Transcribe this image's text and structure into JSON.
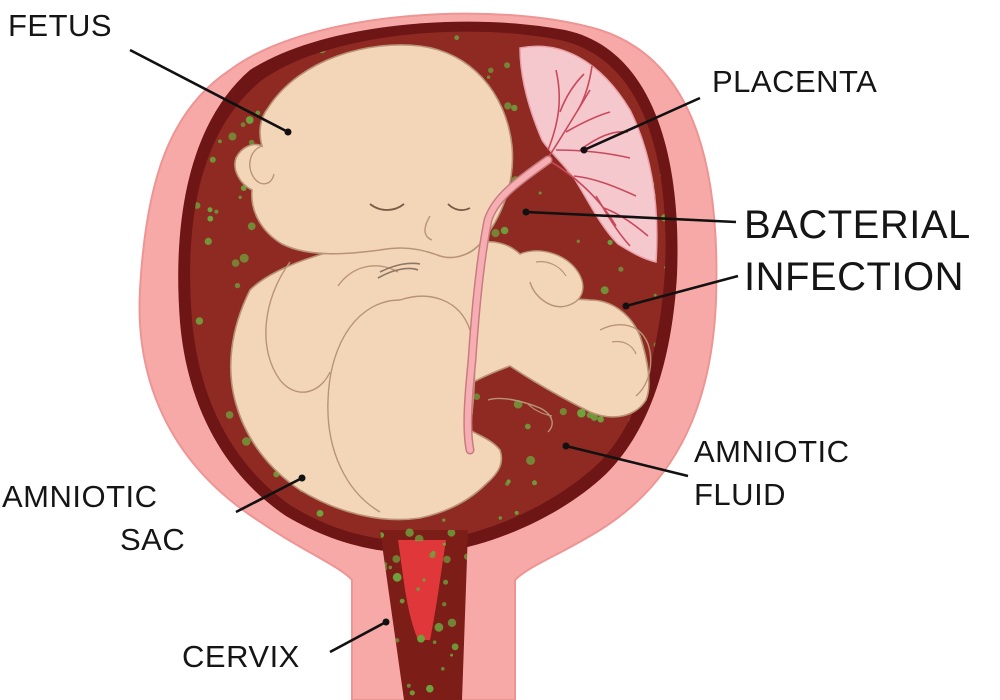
{
  "labels": {
    "fetus": "FETUS",
    "placenta": "PLACENTA",
    "bacterial_infection_line1": "BACTERIAL",
    "bacterial_infection_line2": "INFECTION",
    "amniotic_fluid_line1": "AMNIOTIC",
    "amniotic_fluid_line2": "FLUID",
    "amniotic_sac_line1": "AMNIOTIC",
    "amniotic_sac_line2": "SAC",
    "cervix": "CERVIX"
  },
  "colors": {
    "uterus_wall": "#f7a9a8",
    "uterus_outline": "#e98c8b",
    "amniotic_sac": "#7b1e1e",
    "amniotic_fluid": "#8e2a22",
    "bacteria": "#6ea33d",
    "fetus_skin": "#f3d6b8",
    "placenta": "#f4c2c8",
    "placenta_vessels": "#c9495a",
    "umbilical_cord": "#f6aeb2",
    "cervix_canal": "#e0383a",
    "text": "#151515"
  }
}
